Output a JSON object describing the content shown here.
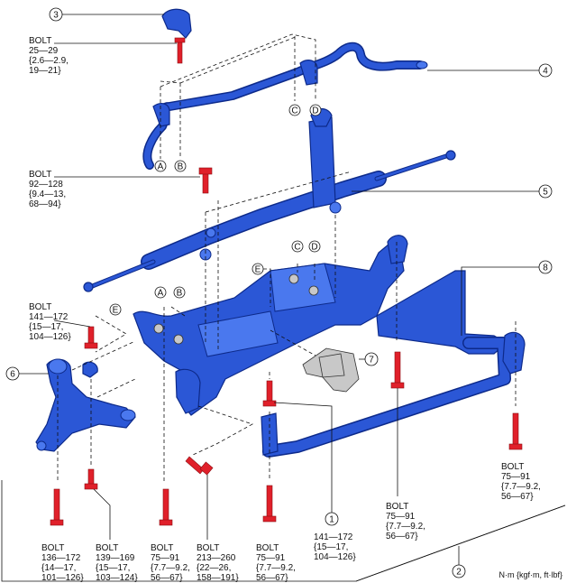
{
  "callouts": {
    "c1": "1",
    "c2": "2",
    "c3": "3",
    "c4": "4",
    "c5": "5",
    "c6": "6",
    "c7": "7",
    "c8": "8"
  },
  "letters": {
    "A": "A",
    "B": "B",
    "C": "C",
    "D": "D",
    "E": "E"
  },
  "torque_labels": {
    "stab_bolt": [
      "BOLT",
      "25—29",
      "{2.6—2.9,",
      "19—21}"
    ],
    "gear_bolt": [
      "BOLT",
      "92—128",
      "{9.4—13,",
      "68—94}"
    ],
    "bracket_bolt": [
      "BOLT",
      "141—172",
      "{15—17,",
      "104—126}"
    ],
    "b1": [
      "BOLT",
      "136—172",
      "{14—17,",
      "101—126}"
    ],
    "b2": [
      "BOLT",
      "139—169",
      "{15—17,",
      "103—124}"
    ],
    "b3": [
      "BOLT",
      "75—91",
      "{7.7—9.2,",
      "56—67}"
    ],
    "b4": [
      "BOLT",
      "213—260",
      "{22—26,",
      "158—191}"
    ],
    "b5": [
      "BOLT",
      "75—91",
      "{7.7—9.2,",
      "56—67}"
    ],
    "mount_torque": [
      "141—172",
      "{15—17,",
      "104—126}"
    ],
    "rear_bolt": [
      "BOLT",
      "75—91",
      "{7.7—9.2,",
      "56—67}"
    ],
    "right_bolt": [
      "BOLT",
      "75—91",
      "{7.7—9.2,",
      "56—67}"
    ]
  },
  "units": "N·m {kgf·m, ft·lbf}",
  "colors": {
    "part_blue": "#2b57d6",
    "part_edge": "#0d2a8a",
    "bolt_red": "#e0202a"
  }
}
